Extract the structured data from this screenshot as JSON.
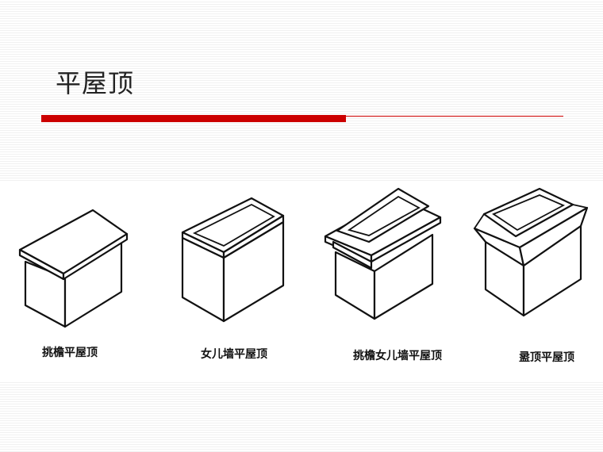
{
  "slide": {
    "title": "平屋顶",
    "figures": [
      {
        "caption": "挑檐平屋顶"
      },
      {
        "caption": "女儿墙平屋顶"
      },
      {
        "caption": "挑檐女儿墙平屋顶"
      },
      {
        "caption": "盝顶平屋顶"
      }
    ]
  },
  "colors": {
    "accent": "#cc0000",
    "background": "#ffffff"
  }
}
